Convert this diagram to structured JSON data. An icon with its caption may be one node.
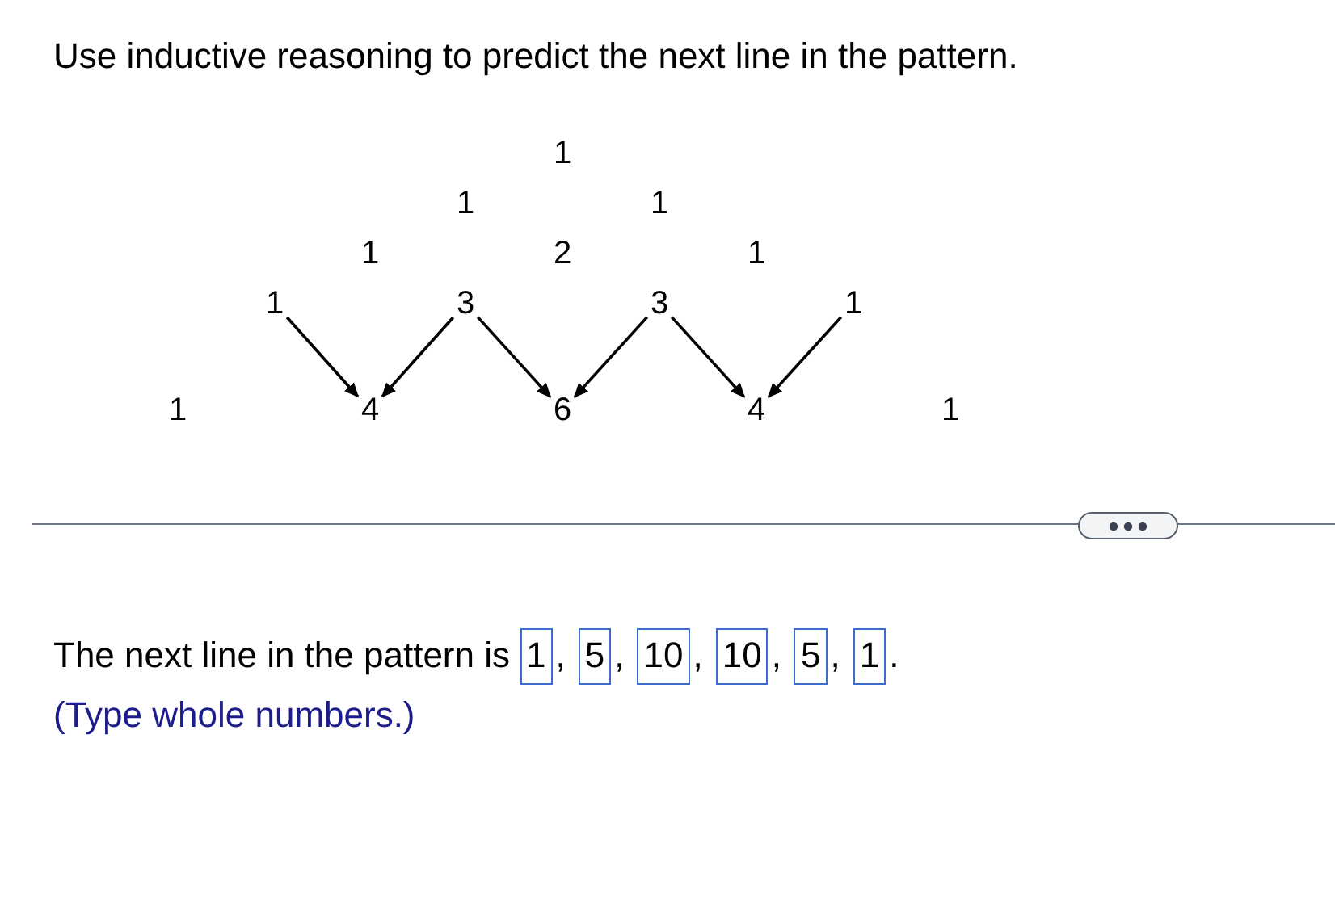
{
  "diagram": {
    "title": "Use inductive reasoning to predict the next line in the pattern.",
    "nodes": [
      {
        "text": [
          "1"
        ]
      },
      {
        "text": [
          "3"
        ]
      },
      {
        "text": [
          "3"
        ]
      },
      {
        "text": [
          "1"
        ]
      },
      {
        "text": [
          "4"
        ]
      },
      {
        "text": [
          "6"
        ]
      },
      {
        "text": [
          "4"
        ]
      }
    ],
    "edges": [
      {
        "from": 0,
        "to": 4,
        "arrow": "to"
      },
      {
        "from": 1,
        "to": 4,
        "arrow": "to"
      },
      {
        "from": 1,
        "to": 5,
        "arrow": "to"
      },
      {
        "from": 2,
        "to": 5,
        "arrow": "to"
      },
      {
        "from": 2,
        "to": 6,
        "arrow": "to"
      },
      {
        "from": 3,
        "to": 6,
        "arrow": "to"
      }
    ],
    "labels": [
      "1",
      "1",
      "1",
      "1",
      "2",
      "1",
      "1",
      "1",
      "The next line in the pattern is",
      "1",
      ",",
      "5",
      ",",
      "10",
      ",",
      "10",
      ",",
      "5",
      ",",
      "1",
      ".",
      "(Type whole numbers.)"
    ]
  }
}
